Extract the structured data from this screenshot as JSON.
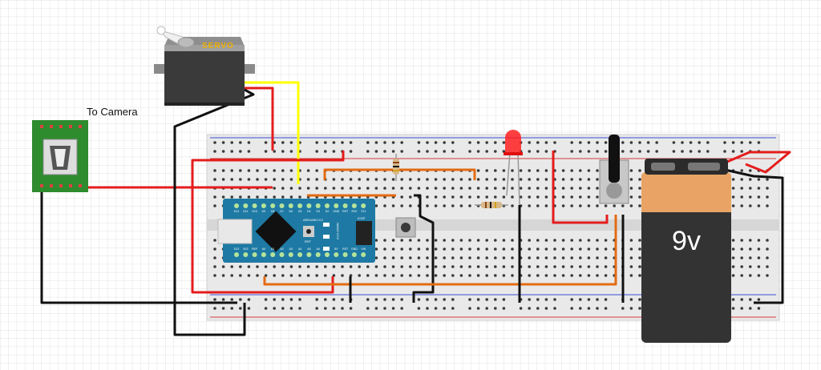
{
  "camera_label": "To Camera",
  "servo": {
    "label": "SERVO"
  },
  "battery": {
    "label": "9v"
  },
  "arduino": {
    "brand": "ARDUINO.CC",
    "icsp": "ICSP",
    "reset": "RST",
    "name": "NANO V3.0",
    "top_pins": [
      "D12",
      "D11",
      "D10",
      "D9",
      "D8",
      "D7",
      "D6",
      "D5",
      "D4",
      "D3",
      "D2",
      "GND",
      "RST",
      "RX0",
      "TX1"
    ],
    "bottom_pins": [
      "D13",
      "3V3",
      "REF",
      "A0",
      "A1",
      "A2",
      "A3",
      "A4",
      "A5",
      "A6",
      "A7",
      "5V",
      "RST",
      "GND",
      "VIN"
    ]
  },
  "colors": {
    "wire_red": "#e41c1c",
    "wire_black": "#111111",
    "wire_yellow": "#ffff00",
    "wire_orange": "#e36b12",
    "arduino_board": "#1e7aa4",
    "breadboard": "#e8e8e8",
    "grid": "#dcdcdc"
  }
}
